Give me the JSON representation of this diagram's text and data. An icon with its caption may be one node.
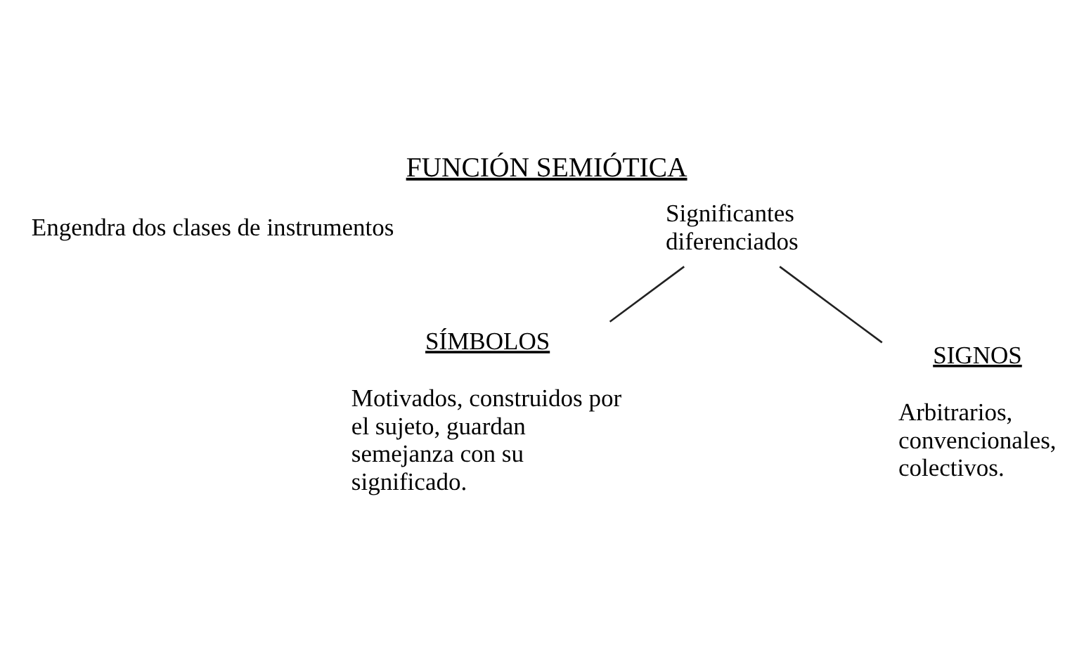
{
  "diagram": {
    "title": "FUNCIÓN SEMIÓTICA",
    "nodes": [
      {
        "text": [
          "Significantes diferenciados"
        ]
      },
      {
        "text": [
          "SÍMBOLOS",
          "Motivados, construidos por el sujeto, guardan semejanza con su significado."
        ]
      },
      {
        "text": [
          "SIGNOS",
          "Arbitrarios, convencionales, colectivos."
        ]
      }
    ],
    "edges": [
      {
        "from": 0,
        "to": 1,
        "arrow": "none"
      },
      {
        "from": 0,
        "to": 2,
        "arrow": "none"
      }
    ],
    "labels": [
      "Engendra dos clases de instrumentos"
    ]
  }
}
